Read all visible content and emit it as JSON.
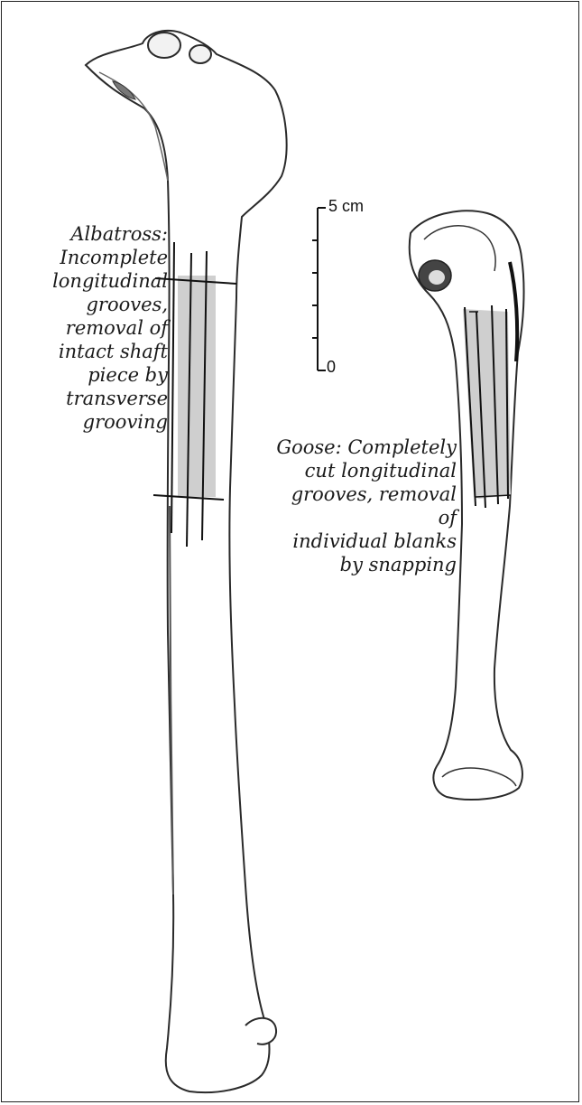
{
  "labels": {
    "albatross": "Albatross:\nIncomplete\nlongitudinal\ngrooves,\nremoval of\nintact shaft\npiece by\ntransverse\ngrooving",
    "goose": "Goose: Completely\ncut longitudinal\ngrooves, removal of\nindividual blanks\nby snapping"
  },
  "scale_bar": {
    "top_label": "5 cm",
    "bottom_label": "0"
  },
  "colors": {
    "outline": "#2a2a2a",
    "shaded_area": "#cfcfcf",
    "groove_lines": "#111111"
  }
}
